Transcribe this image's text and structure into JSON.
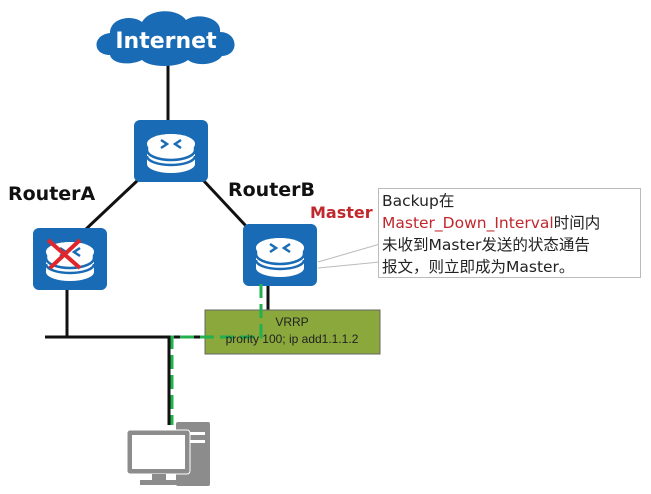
{
  "diagram": {
    "cloud_label": "Internet",
    "router_a_label": "RouterA",
    "router_b_label": "RouterB",
    "router_b_role": "Master",
    "router_a_status": "failed",
    "vrrp": {
      "title": "VRRP",
      "config": "prority 100;  ip add1.1.1.2"
    },
    "callout": {
      "line1": "Backup在",
      "line2_highlight": "Master_Down_Interval",
      "line2_rest": "时间内",
      "line3": "未收到Master发送的状态通告",
      "line4": "报文，则立即成为Master。"
    },
    "colors": {
      "device_blue": "#1a6bb5",
      "highlight_red": "#c0282d",
      "vrrp_green": "#8aa83c",
      "path_green": "#22b14c",
      "pc_gray": "#8c8c8c"
    }
  }
}
